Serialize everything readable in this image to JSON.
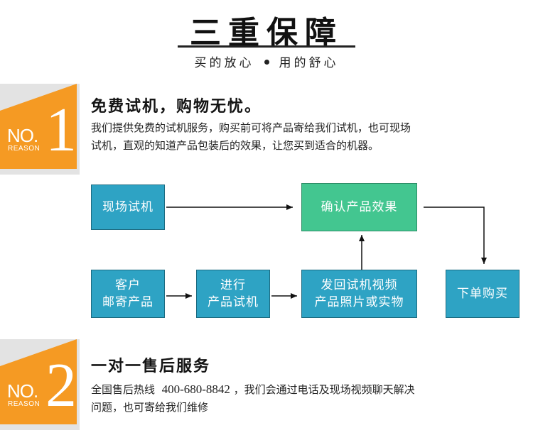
{
  "header": {
    "title": "三重保障",
    "subtitle_left": "买的放心",
    "subtitle_right": "用的舒心"
  },
  "reasons": [
    {
      "no": "NO.",
      "reason": "REASON",
      "num": "1",
      "title": "免费试机，购物无忧。",
      "desc_line1": "我们提供免费的试机服务，购买前可将产品寄给我们试机，也可现场",
      "desc_line2": "试机，直观的知道产品包装后的效果，让您买到适合的机器。"
    },
    {
      "no": "NO.",
      "reason": "REASON",
      "num": "2",
      "title": "一对一售后服务",
      "desc_prefix": "全国售后热线",
      "phone": "400-680-8842",
      "desc_suffix": "，我们会通过电话及现场视频聊天解决",
      "desc_line2": "问题，也可寄给我们维修"
    }
  ],
  "flow": {
    "onsite_test": "现场试机",
    "confirm_effect": "确认产品效果",
    "customer_line1": "客户",
    "customer_line2": "邮寄产品",
    "do_test_line1": "进行",
    "do_test_line2": "产品试机",
    "send_back_line1": "发回试机视频",
    "send_back_line2": "产品照片或实物",
    "place_order": "下单购买"
  },
  "colors": {
    "accent_orange": "#f59a23",
    "box_blue": "#2ea3c4",
    "box_green": "#43c690"
  }
}
